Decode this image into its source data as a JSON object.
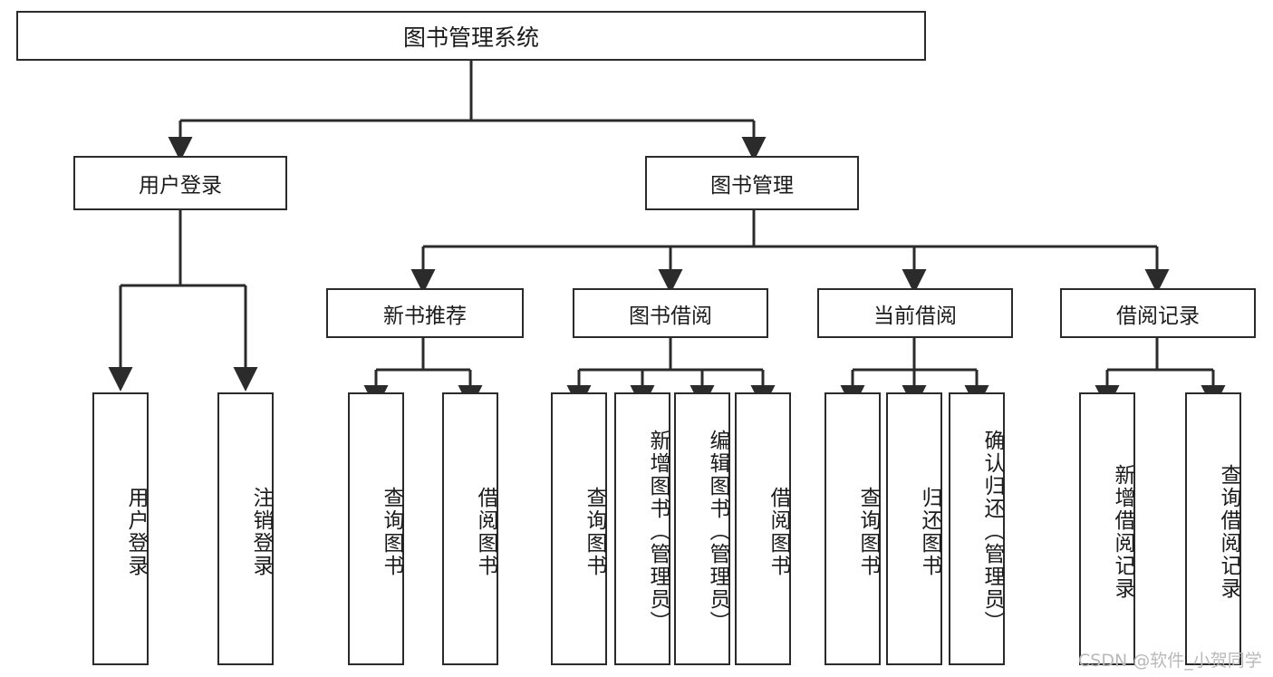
{
  "diagram": {
    "title": "图书管理系统",
    "type": "tree-hierarchy",
    "watermark": "CSDN @软件_小贺同学",
    "colors": {
      "background": "#ffffff",
      "box_border": "#2b2b2b",
      "text": "#1b1b1b",
      "connector": "#2b2b2b",
      "watermark": "#b9b9b9"
    },
    "root": {
      "label": "图书管理系统"
    },
    "level2": [
      {
        "label": "用户登录"
      },
      {
        "label": "图书管理"
      }
    ],
    "level3": [
      {
        "label": "新书推荐"
      },
      {
        "label": "图书借阅"
      },
      {
        "label": "当前借阅"
      },
      {
        "label": "借阅记录"
      }
    ],
    "leaves": {
      "user_login": [
        {
          "label": "用户登录"
        },
        {
          "label": "注销登录"
        }
      ],
      "new_book_recommend": [
        {
          "label": "查询图书"
        },
        {
          "label": "借阅图书"
        }
      ],
      "book_borrow": [
        {
          "label": "查询图书"
        },
        {
          "label": "新增图书（管理员）"
        },
        {
          "label": "编辑图书（管理员）"
        },
        {
          "label": "借阅图书"
        }
      ],
      "current_borrow": [
        {
          "label": "查询图书"
        },
        {
          "label": "归还图书"
        },
        {
          "label": "确认归还（管理员）"
        }
      ],
      "borrow_record": [
        {
          "label": "新增借阅记录"
        },
        {
          "label": "查询借阅记录"
        }
      ]
    }
  }
}
